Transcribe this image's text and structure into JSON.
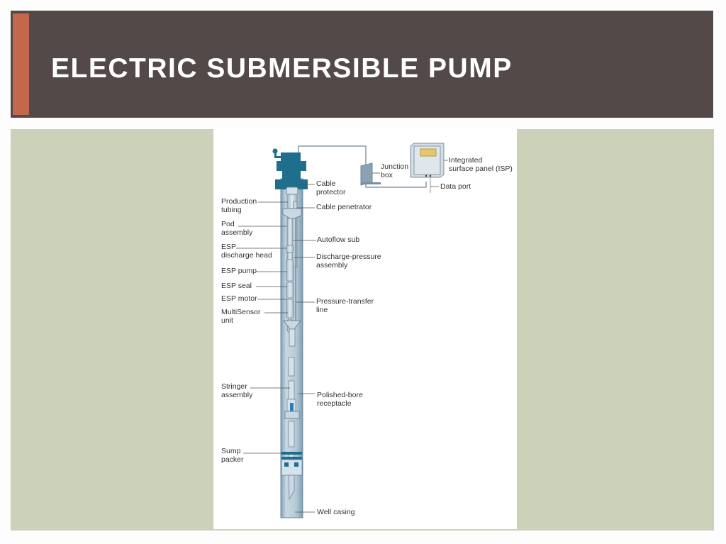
{
  "slide": {
    "title": "ELECTRIC SUBMERSIBLE PUMP",
    "colors": {
      "title_bar": "#524948",
      "accent": "#c4684b",
      "content_panel": "#ccd1b9",
      "equipment_blue": "#1f6e8c",
      "casing_blue": "#b8ccd8"
    }
  },
  "diagram": {
    "left_labels": [
      {
        "line1": "Production",
        "line2": "tubing"
      },
      {
        "line1": "Pod",
        "line2": "assembly"
      },
      {
        "line1": "ESP",
        "line2": "discharge head"
      },
      {
        "line1": "ESP pump",
        "line2": ""
      },
      {
        "line1": "ESP seal",
        "line2": ""
      },
      {
        "line1": "ESP motor",
        "line2": ""
      },
      {
        "line1": "MultiSensor",
        "line2": "unit"
      },
      {
        "line1": "Stringer",
        "line2": "assembly"
      },
      {
        "line1": "Sump",
        "line2": "packer"
      }
    ],
    "right_labels": [
      {
        "line1": "Cable",
        "line2": "protector"
      },
      {
        "line1": "Cable penetrator",
        "line2": ""
      },
      {
        "line1": "Autoflow sub",
        "line2": ""
      },
      {
        "line1": "Discharge-pressure",
        "line2": "assembly"
      },
      {
        "line1": "Pressure-transfer",
        "line2": "line"
      },
      {
        "line1": "Polished-bore",
        "line2": "receptacle"
      },
      {
        "line1": "Well casing",
        "line2": ""
      }
    ],
    "surface_labels": {
      "junction_box": {
        "line1": "Junction",
        "line2": "box"
      },
      "isp": {
        "line1": "Integrated",
        "line2": "surface panel (ISP)"
      },
      "data_port": "Data port"
    }
  }
}
